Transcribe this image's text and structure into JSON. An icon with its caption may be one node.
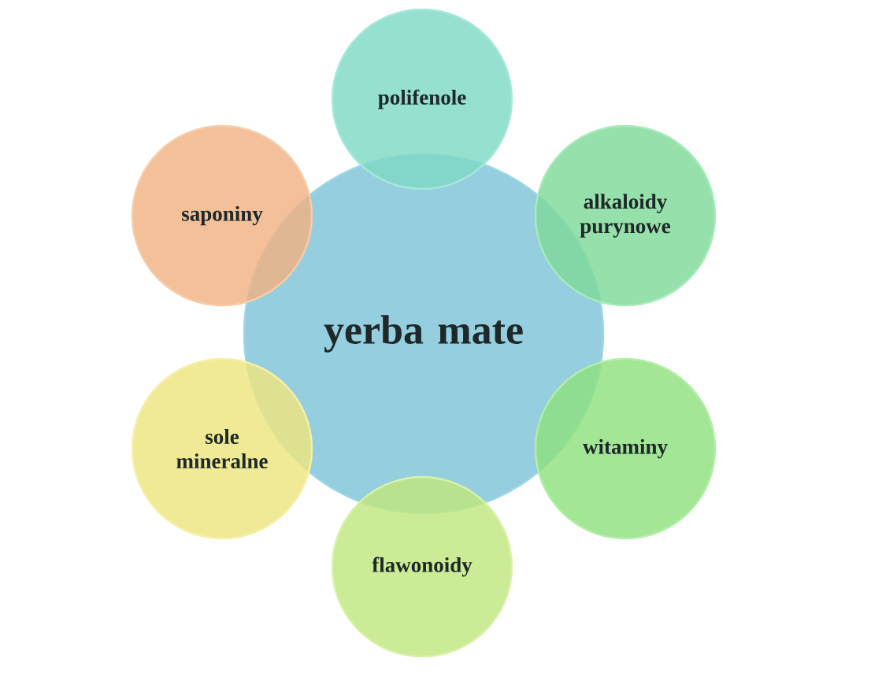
{
  "diagram": {
    "nodes": [
      {
        "text": [
          "yerba mate"
        ]
      },
      {
        "text": [
          "polifenole"
        ]
      },
      {
        "text": [
          "alkaloidy purynowe"
        ]
      },
      {
        "text": [
          "witaminy"
        ]
      },
      {
        "text": [
          "flawonoidy"
        ]
      },
      {
        "text": [
          "sole mineralne"
        ]
      },
      {
        "text": [
          "saponiny"
        ]
      }
    ]
  }
}
